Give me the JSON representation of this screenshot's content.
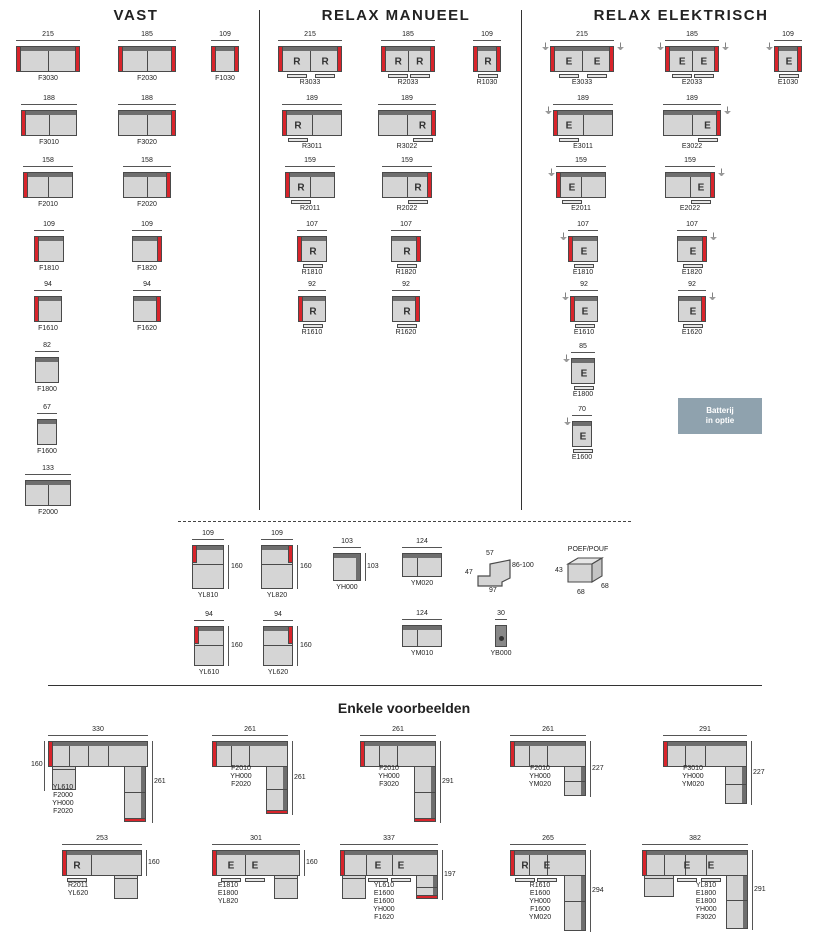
{
  "headings": {
    "vast": "VAST",
    "relax_manueel": "RELAX MANUEEL",
    "relax_elektrisch": "RELAX ELEKTRISCH"
  },
  "examples_title": "Enkele voorbeelden",
  "battery_badge": {
    "line1": "Batterij",
    "line2": "in optie"
  },
  "vast": [
    {
      "code": "F3030",
      "width_cm": "215",
      "arms": "both"
    },
    {
      "code": "F2030",
      "width_cm": "185",
      "arms": "both"
    },
    {
      "code": "F1030",
      "width_cm": "109",
      "arms": "both"
    },
    {
      "code": "F3010",
      "width_cm": "188",
      "arms": "left"
    },
    {
      "code": "F3020",
      "width_cm": "188",
      "arms": "right"
    },
    {
      "code": "F2010",
      "width_cm": "158",
      "arms": "left"
    },
    {
      "code": "F2020",
      "width_cm": "158",
      "arms": "right"
    },
    {
      "code": "F1810",
      "width_cm": "109",
      "arms": "left"
    },
    {
      "code": "F1820",
      "width_cm": "109",
      "arms": "right"
    },
    {
      "code": "F1610",
      "width_cm": "94",
      "arms": "left"
    },
    {
      "code": "F1620",
      "width_cm": "94",
      "arms": "right"
    },
    {
      "code": "F1800",
      "width_cm": "82",
      "arms": "none"
    },
    {
      "code": "F1600",
      "width_cm": "67",
      "arms": "none"
    },
    {
      "code": "F2000",
      "width_cm": "133",
      "arms": "none"
    }
  ],
  "relax_manueel": [
    {
      "code": "R3033",
      "width_cm": "215",
      "arms": "both",
      "letter": "R"
    },
    {
      "code": "R2033",
      "width_cm": "185",
      "arms": "both",
      "letter": "R"
    },
    {
      "code": "R1030",
      "width_cm": "109",
      "arms": "both",
      "letter": "R"
    },
    {
      "code": "R3011",
      "width_cm": "189",
      "arms": "left",
      "letter": "R"
    },
    {
      "code": "R3022",
      "width_cm": "189",
      "arms": "right",
      "letter": "R"
    },
    {
      "code": "R2011",
      "width_cm": "159",
      "arms": "left",
      "letter": "R"
    },
    {
      "code": "R2022",
      "width_cm": "159",
      "arms": "right",
      "letter": "R"
    },
    {
      "code": "R1810",
      "width_cm": "107",
      "arms": "left",
      "letter": "R"
    },
    {
      "code": "R1820",
      "width_cm": "107",
      "arms": "right",
      "letter": "R"
    },
    {
      "code": "R1610",
      "width_cm": "92",
      "arms": "left",
      "letter": "R"
    },
    {
      "code": "R1620",
      "width_cm": "92",
      "arms": "right",
      "letter": "R"
    }
  ],
  "relax_elektrisch": [
    {
      "code": "E3033",
      "width_cm": "215",
      "arms": "both",
      "letter": "E"
    },
    {
      "code": "E2033",
      "width_cm": "185",
      "arms": "both",
      "letter": "E"
    },
    {
      "code": "E1030",
      "width_cm": "109",
      "arms": "both",
      "letter": "E"
    },
    {
      "code": "E3011",
      "width_cm": "189",
      "arms": "left",
      "letter": "E"
    },
    {
      "code": "E3022",
      "width_cm": "189",
      "arms": "right",
      "letter": "E"
    },
    {
      "code": "E2011",
      "width_cm": "159",
      "arms": "left",
      "letter": "E"
    },
    {
      "code": "E2022",
      "width_cm": "159",
      "arms": "right",
      "letter": "E"
    },
    {
      "code": "E1810",
      "width_cm": "107",
      "arms": "left",
      "letter": "E"
    },
    {
      "code": "E1820",
      "width_cm": "107",
      "arms": "right",
      "letter": "E"
    },
    {
      "code": "E1610",
      "width_cm": "92",
      "arms": "left",
      "letter": "E"
    },
    {
      "code": "E1620",
      "width_cm": "92",
      "arms": "right",
      "letter": "E"
    },
    {
      "code": "E1800",
      "width_cm": "85",
      "arms": "none",
      "letter": "E"
    },
    {
      "code": "E1600",
      "width_cm": "70",
      "arms": "none",
      "letter": "E"
    }
  ],
  "accessories": [
    {
      "code": "YL810",
      "width_cm": "109",
      "depth_cm": "160",
      "arms": "left"
    },
    {
      "code": "YL820",
      "width_cm": "109",
      "depth_cm": "160",
      "arms": "right"
    },
    {
      "code": "YH000",
      "width_cm": "103",
      "depth_cm": "103",
      "arms": "corner"
    },
    {
      "code": "YM020",
      "width_cm": "124",
      "arms": "none"
    },
    {
      "code": "",
      "dims": [
        "57",
        "47",
        "97",
        "86-100"
      ],
      "arms": "headrest"
    },
    {
      "code": "POEF/POUF",
      "dims": [
        "43",
        "68",
        "68"
      ],
      "arms": "pouf"
    },
    {
      "code": "YL610",
      "width_cm": "94",
      "depth_cm": "160",
      "arms": "left"
    },
    {
      "code": "YL620",
      "width_cm": "94",
      "depth_cm": "160",
      "arms": "right"
    },
    {
      "code": "YM010",
      "width_cm": "124",
      "arms": "none"
    },
    {
      "code": "YB000",
      "width_cm": "30",
      "arms": "console"
    }
  ],
  "examples": [
    {
      "width": "330",
      "depth": "261",
      "left_depth": "160",
      "codes": [
        "YL610",
        "F2000",
        "YH000",
        "F2020"
      ]
    },
    {
      "width": "261",
      "depth": "261",
      "codes": [
        "F2010",
        "YH000",
        "F2020"
      ]
    },
    {
      "width": "261",
      "depth": "291",
      "codes": [
        "F2010",
        "YH000",
        "F3020"
      ]
    },
    {
      "width": "261",
      "depth": "227",
      "codes": [
        "F2010",
        "YH000",
        "YM020"
      ]
    },
    {
      "width": "291",
      "depth": "227",
      "codes": [
        "F3010",
        "YH000",
        "YM020"
      ]
    },
    {
      "width": "253",
      "depth": "160",
      "codes": [
        "R2011",
        "YL620"
      ]
    },
    {
      "width": "301",
      "depth": "160",
      "codes": [
        "E1810",
        "E1800",
        "YL820"
      ]
    },
    {
      "width": "337",
      "depth": "197",
      "codes": [
        "YL610",
        "E1600",
        "E1600",
        "YH000",
        "F1620"
      ]
    },
    {
      "width": "265",
      "depth": "294",
      "codes": [
        "R1610",
        "E1600",
        "YH000",
        "F1600",
        "YM020"
      ]
    },
    {
      "width": "382",
      "depth": "291",
      "codes": [
        "YL810",
        "E1800",
        "E1800",
        "YH000",
        "F3020"
      ]
    }
  ]
}
